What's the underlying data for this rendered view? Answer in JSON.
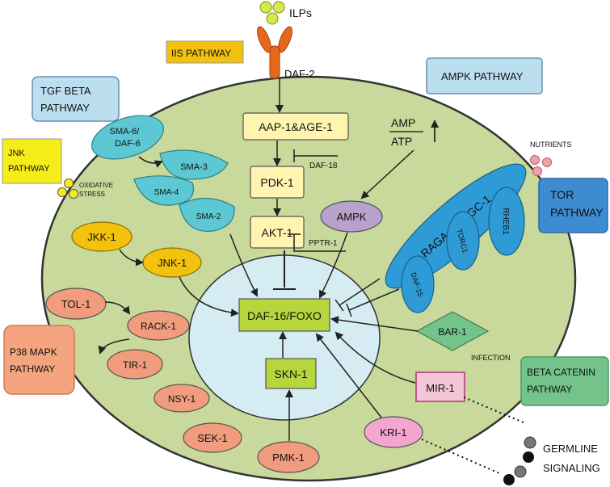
{
  "ligand": {
    "label": "ILPs"
  },
  "receptor": {
    "label": "DAF-2"
  },
  "pathways": {
    "iis": "IIS PATHWAY",
    "tgf_line1": "TGF BETA",
    "tgf_line2": "PATHWAY",
    "jnk_line1": "JNK",
    "jnk_line2": "PATHWAY",
    "ampk": "AMPK PATHWAY",
    "tor_line1": "TOR",
    "tor_line2": "PATHWAY",
    "p38_line1": "P38 MAPK",
    "p38_line2": "PATHWAY",
    "beta_line1": "BETA CATENIN",
    "beta_line2": "PATHWAY"
  },
  "nodes": {
    "aap1": "AAP-1&AGE-1",
    "pdk1": "PDK-1",
    "akt1": "AKT-1",
    "daf18": "DAF-18",
    "pptr1": "PPTR-1",
    "amp": "AMP",
    "atp": "ATP",
    "ampk": "AMPK",
    "sma6_line1": "SMA-6/",
    "sma6_line2": "DAF-6",
    "sma3": "SMA-3",
    "sma4": "SMA-4",
    "sma2": "SMA-2",
    "jkk1": "JKK-1",
    "jnk1": "JNK-1",
    "tol1": "TOL-1",
    "rack1": "RACK-1",
    "tir1": "TIR-1",
    "nsy1": "NSY-1",
    "sek1": "SEK-1",
    "pmk1": "PMK-1",
    "daf16": "DAF-16/FOXO",
    "skn1": "SKN-1",
    "raga": "RAGA-1/RAGC-1",
    "rheb1": "RHEB1",
    "torc1": "TORC1",
    "daf15": "DAF-15",
    "bar1": "BAR-1",
    "mir1": "MIR-1",
    "kri1": "KRI-1"
  },
  "labels": {
    "oxidative_line1": "OXIDATIVE",
    "oxidative_line2": "STRESS",
    "nutrients": "NUTRIENTS",
    "infection": "INFECTION",
    "germline_line1": "GERMLINE",
    "germline_line2": "SIGNALING"
  },
  "colors": {
    "cell": "#c8d99b",
    "nucleus": "#d5ecf3",
    "tgf": "#5bc8d4",
    "jnk": "#f2c20e",
    "p38": "#f19c7c",
    "ampk": "#b8a2cc",
    "tor": "#2e9bd6",
    "lime": "#b7d63c",
    "iis_box": "#fff4b0",
    "kri": "#f2a6d0",
    "bar": "#74c38a"
  }
}
